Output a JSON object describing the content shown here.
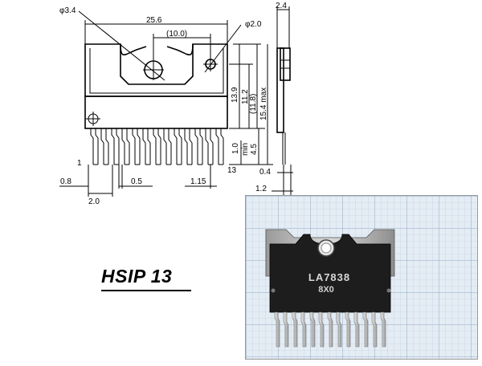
{
  "package_label": "HSIP 13",
  "chip_marking": {
    "part_number": "LA7838",
    "lot_code": "8X0"
  },
  "dimensions": {
    "hole_large": "φ3.4",
    "hole_small": "φ2.0",
    "body_width": "25.6",
    "hole_spacing": "(10.0)",
    "body_thickness": "2.4",
    "height_13_9": "13.9",
    "height_11_2": "11.2",
    "height_11_8": "(11.8)",
    "height_15_4": "15.4 max",
    "lead_min": "1.0",
    "lead_min_suffix": "min",
    "lead_length": "4.5",
    "pin_first": "1",
    "pin_last": "13",
    "edge_0_8": "0.8",
    "pitch_2_0": "2.0",
    "lead_width": "0.5",
    "lead_1_15": "1.15",
    "lead_0_4": "0.4",
    "side_1_2": "1.2"
  },
  "colors": {
    "ink": "#000000",
    "grid_paper": "#dfe8f2",
    "grid_line": "#9fb6cf",
    "chip_body": "#1c1c1c",
    "heatsink": "#b8b8b8",
    "lead_metal": "#cfcfcf"
  }
}
